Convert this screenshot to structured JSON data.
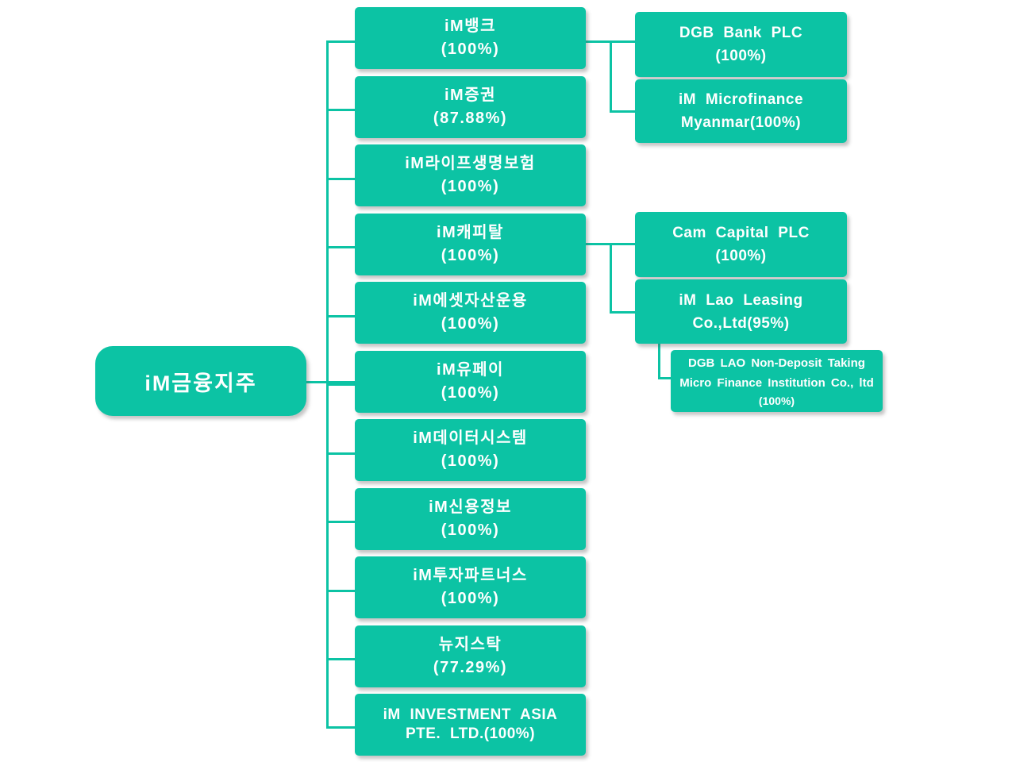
{
  "colors": {
    "accent": "#0cc3a4",
    "text_on_accent": "#ffffff",
    "background": "#ffffff"
  },
  "root": {
    "label": "iM금융지주"
  },
  "subsidiaries": [
    {
      "name": "iM뱅크",
      "share": "(100%)"
    },
    {
      "name": "iM증권",
      "share": "(87.88%)"
    },
    {
      "name": "iM라이프생명보험",
      "share": "(100%)"
    },
    {
      "name": "iM캐피탈",
      "share": "(100%)"
    },
    {
      "name": "iM에셋자산운용",
      "share": "(100%)"
    },
    {
      "name": "iM유페이",
      "share": "(100%)"
    },
    {
      "name": "iM데이터시스템",
      "share": "(100%)"
    },
    {
      "name": "iM신용정보",
      "share": "(100%)"
    },
    {
      "name": "iM투자파트너스",
      "share": "(100%)"
    },
    {
      "name": "뉴지스탁",
      "share": "(77.29%)"
    },
    {
      "name": "iM INVESTMENT ASIA",
      "share": "PTE. LTD.(100%)"
    }
  ],
  "second_level": [
    {
      "name": "DGB Bank PLC",
      "share": "(100%)",
      "parent": "iM뱅크"
    },
    {
      "name": "iM Microfinance",
      "share": "Myanmar(100%)",
      "parent": "iM뱅크"
    },
    {
      "name": "Cam Capital PLC",
      "share": "(100%)",
      "parent": "iM캐피탈"
    },
    {
      "name": "iM Lao Leasing",
      "share": "Co.,Ltd(95%)",
      "parent": "iM캐피탈"
    }
  ],
  "third_level": [
    {
      "line1": "DGB LAO Non-Deposit Taking",
      "line2": "Micro Finance Institution Co., ltd",
      "line3": "(100%)",
      "parent": "iM Lao Leasing"
    }
  ]
}
